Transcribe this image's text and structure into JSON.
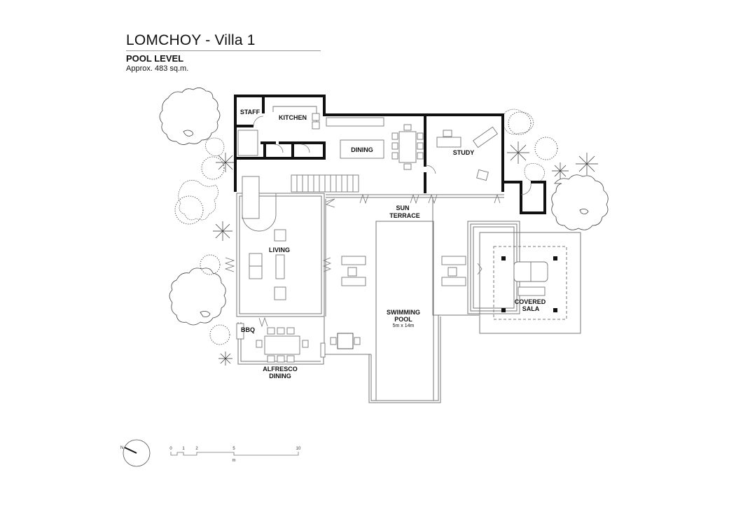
{
  "header": {
    "title": "LOMCHOY - Villa 1",
    "level": "POOL LEVEL",
    "area": "Approx. 483 sq.m."
  },
  "rooms": {
    "staff": "STAFF",
    "kitchen": "KITCHEN",
    "dining": "DINING",
    "study": "STUDY",
    "living": "LIVING",
    "sun_terrace_1": "SUN",
    "sun_terrace_2": "TERRACE",
    "pool_1": "SWIMMING",
    "pool_2": "POOL",
    "pool_size": "5m x 14m",
    "bbq": "BBQ",
    "alfresco_1": "ALFRESCO",
    "alfresco_2": "DINING",
    "sala_1": "COVERED",
    "sala_2": "SALA"
  },
  "legend": {
    "north_icon": "north-arrow-icon",
    "north_label": "N",
    "scale_ticks": [
      "0",
      "1",
      "2",
      "5",
      "10"
    ],
    "scale_unit": "m"
  },
  "colors": {
    "wall": "#111111",
    "line": "#777777",
    "background": "#ffffff"
  }
}
